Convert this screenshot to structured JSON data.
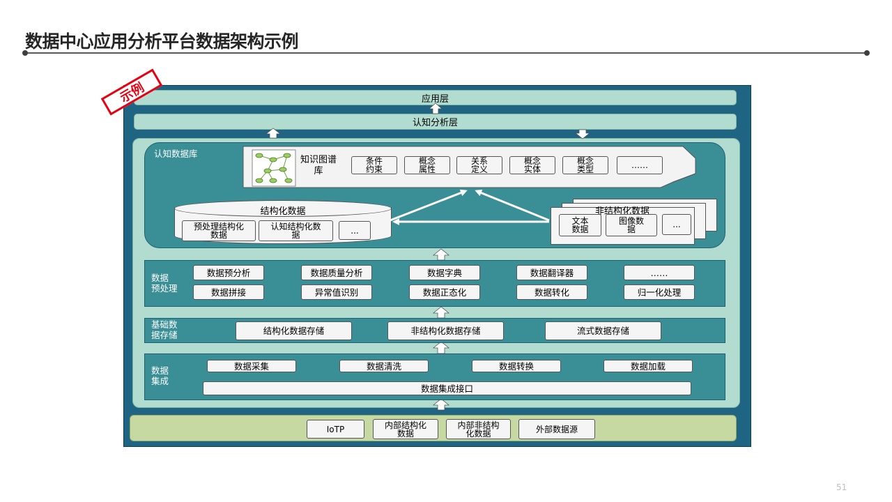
{
  "page": {
    "title": "数据中心应用分析平台数据架构示例",
    "page_number": "51",
    "stamp": "示例"
  },
  "layers": {
    "app": "应用层",
    "cognitive": "认知分析层",
    "cognitive_db": "认知数据库"
  },
  "knowledge_graph": {
    "label": "知识图谱\n库",
    "items": [
      "条件\n约束",
      "概念\n属性",
      "关系\n定义",
      "概念\n实体",
      "概念\n类型",
      "……"
    ]
  },
  "structured": {
    "title": "结构化数据",
    "items": [
      "预处理结构化\n数据",
      "认知结构化数\n据",
      "..."
    ]
  },
  "unstructured": {
    "title": "非结构化数据",
    "items": [
      "文本\n数据",
      "图像数\n据",
      "..."
    ]
  },
  "preprocess": {
    "label": "数据\n预处理",
    "row1": [
      "数据预分析",
      "数据质量分析",
      "数据字典",
      "数据翻译器",
      "……"
    ],
    "row2": [
      "数据拼接",
      "异常值识别",
      "数据正态化",
      "数据转化",
      "归一化处理"
    ]
  },
  "storage": {
    "label": "基础数\n据存储",
    "items": [
      "结构化数据存储",
      "非结构化数据存储",
      "流式数据存储"
    ]
  },
  "integration": {
    "label": "数据\n集成",
    "items": [
      "数据采集",
      "数据清洗",
      "数据转换",
      "数据加载"
    ],
    "interface": "数据集成接口"
  },
  "sources": {
    "items": [
      "IoTP",
      "内部结构化\n数据",
      "内部非结构\n化数据",
      "外部数据源"
    ]
  },
  "colors": {
    "frame": "#1f6482",
    "mint": "#b2dccf",
    "teal": "#3a8e96",
    "source_band": "#c6d9a3",
    "stamp": "#e60012"
  }
}
